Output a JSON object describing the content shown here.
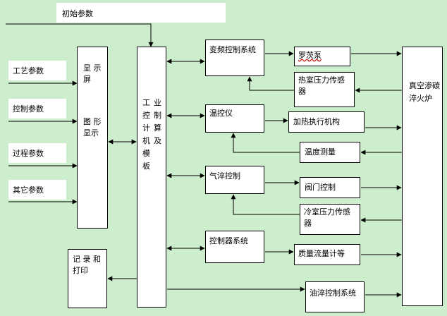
{
  "inputs": {
    "initial": "初始参数",
    "process_param": "工艺参数",
    "control_param": "控制参数",
    "course_param": "过程参数",
    "other_param": "其它参数"
  },
  "display": {
    "line1": "显 示",
    "line2": "屏",
    "line3": "图 形",
    "line4": "显示"
  },
  "computer": {
    "label_col1": "工控计机模板",
    "label_col2": "业制算及"
  },
  "record": {
    "line1": "记 录 和",
    "line2": "打印"
  },
  "controls": {
    "freq": "变频控制系统",
    "temp": "温控仪",
    "quench": "气淬控制",
    "controller": "控制器系统"
  },
  "devices": {
    "roots_pump": "罗茨泵",
    "hot_sensor": "热室压力传感器",
    "heater": "加热执行机构",
    "temp_measure": "温度测量",
    "valve": "阀门控制",
    "cold_sensor": "冷室压力传感器",
    "mass_flow": "质量流量计等",
    "oil_quench": "油淬控制系统"
  },
  "furnace": {
    "label": "真空渗碳淬火炉"
  }
}
